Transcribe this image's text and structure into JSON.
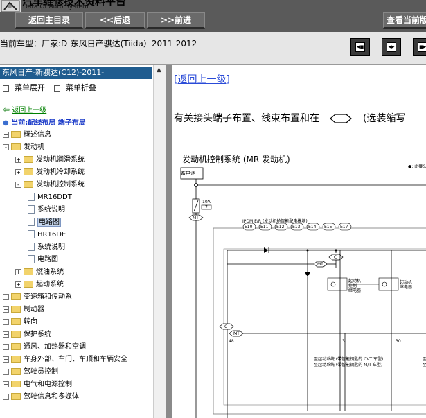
{
  "app": {
    "title": "汽车维修技术资料平台",
    "subtitle": "Data Of Auto System"
  },
  "toolbar": {
    "home_label": "返回主目录",
    "back_label": "<<后退",
    "forward_label": ">>前进",
    "view_label": "查看当前版"
  },
  "breadcrumb": {
    "text": "当前车型：厂家:D-东风日产骐达(Tiida）2011-2012"
  },
  "view_buttons": [
    {
      "icon": "collapse-left-icon"
    },
    {
      "icon": "split-center-icon"
    },
    {
      "icon": "expand-right-icon"
    }
  ],
  "sidebar": {
    "brand": "东风日产-新骐达(C12)-2011-",
    "expand_label": "菜单展开",
    "collapse_label": "菜单折叠",
    "back_link": "返回上一级",
    "current_label": "当前:配线布局  端子布局",
    "tree": [
      {
        "label": "概述信息",
        "level": 0,
        "type": "folder",
        "toggle": "+"
      },
      {
        "label": "发动机",
        "level": 0,
        "type": "folder",
        "toggle": "-"
      },
      {
        "label": "发动机润滑系统",
        "level": 1,
        "type": "folder",
        "toggle": "+"
      },
      {
        "label": "发动机冷却系统",
        "level": 1,
        "type": "folder",
        "toggle": "+"
      },
      {
        "label": "发动机控制系统",
        "level": 1,
        "type": "folder",
        "toggle": "-"
      },
      {
        "label": "MR16DDT",
        "level": 2,
        "type": "doc"
      },
      {
        "label": "系统说明",
        "level": 2,
        "type": "doc"
      },
      {
        "label": "电路图",
        "level": 2,
        "type": "doc",
        "selected": true
      },
      {
        "label": "HR16DE",
        "level": 2,
        "type": "doc"
      },
      {
        "label": "系统说明",
        "level": 2,
        "type": "doc"
      },
      {
        "label": "电路图",
        "level": 2,
        "type": "doc"
      },
      {
        "label": "燃油系统",
        "level": 1,
        "type": "folder",
        "toggle": "+"
      },
      {
        "label": "起动系统",
        "level": 1,
        "type": "folder",
        "toggle": "+"
      },
      {
        "label": "变速箱和传动系",
        "level": 0,
        "type": "folder",
        "toggle": "+"
      },
      {
        "label": "制动器",
        "level": 0,
        "type": "folder",
        "toggle": "+"
      },
      {
        "label": "转向",
        "level": 0,
        "type": "folder",
        "toggle": "+"
      },
      {
        "label": "保护系统",
        "level": 0,
        "type": "folder",
        "toggle": "+"
      },
      {
        "label": "通风、加热器和空调",
        "level": 0,
        "type": "folder",
        "toggle": "+"
      },
      {
        "label": "车身外部、车门、车顶和车辆安全",
        "level": 0,
        "type": "folder",
        "toggle": "+"
      },
      {
        "label": "驾驶员控制",
        "level": 0,
        "type": "folder",
        "toggle": "+"
      },
      {
        "label": "电气和电源控制",
        "level": 0,
        "type": "folder",
        "toggle": "+"
      },
      {
        "label": "驾驶信息和多媒体",
        "level": 0,
        "type": "folder",
        "toggle": "+"
      }
    ]
  },
  "content": {
    "back_link": "[返回上一级]",
    "note_prefix": "有关接头端子布置、线束布置和在",
    "note_suffix": "(选装缩写",
    "diagram": {
      "title": "发动机控制系统 (MR 发动机)",
      "note_right": "●: 此接头",
      "battery": "蓄电池",
      "fuse": "10A",
      "fuse_num": "7",
      "connector_mt": "MT",
      "ipdm_label": "IPDM E/R (发动机舱智能配电模块)",
      "connectors": [
        "E10",
        "E11",
        "E12",
        "E13",
        "E14",
        "E15",
        "E17"
      ],
      "relay1": [
        "起动机",
        "控制",
        "继电器"
      ],
      "relay2": [
        "起动机",
        "继电器"
      ],
      "marker_c": "C",
      "wire_numbers": [
        "48",
        "3",
        "30"
      ],
      "footnote1": "至起动系统 (带智能钥匙的 CVT 车型)",
      "footnote2": "至起动系统 (带智能钥匙的 M/T 车型)",
      "edge_label1": "至",
      "edge_label2": "至"
    }
  }
}
